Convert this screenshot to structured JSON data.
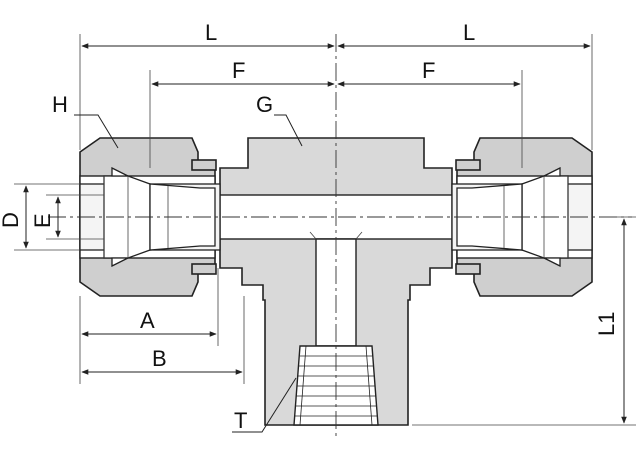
{
  "labels": {
    "L_left": "L",
    "L_right": "L",
    "F_left": "F",
    "F_right": "F",
    "G": "G",
    "H": "H",
    "D": "D",
    "E": "E",
    "A": "A",
    "B": "B",
    "L1": "L1",
    "T": "T"
  },
  "colors": {
    "body": "#d9d9d9",
    "nut": "#cfcfcf",
    "line": "#222222"
  }
}
